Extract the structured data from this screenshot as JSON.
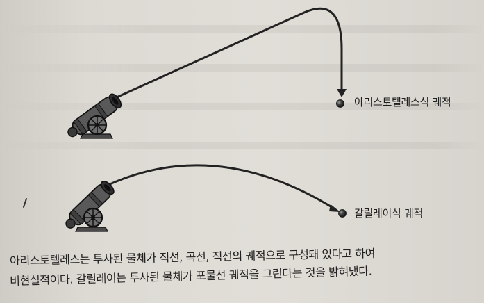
{
  "diagram": {
    "aristotle_label": "아리스토텔레스식 궤적",
    "galileo_label": "갈릴레이식 궤적"
  },
  "caption": {
    "line1": "아리스토텔레스는 투사된 물체가 직선, 곡선, 직선의 궤적으로 구성돼 있다고 하여",
    "line2": "비현실적이다. 갈릴레이는 투사된 물체가 포물선 궤적을 그린다는 것을 밝혀냈다."
  },
  "colors": {
    "ink": "#232323",
    "paper": "#dedbd5"
  }
}
